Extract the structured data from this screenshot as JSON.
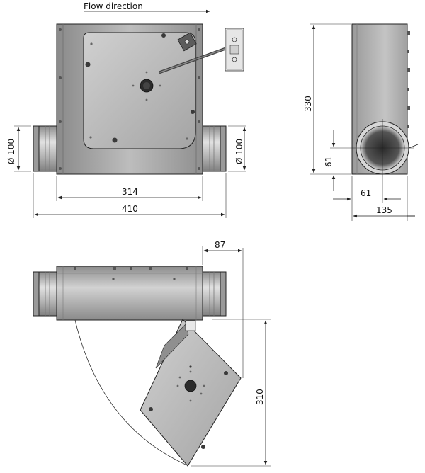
{
  "labels": {
    "flow_direction": "Flow direction",
    "dia_left": "Ø 100",
    "dia_right": "Ø 100",
    "width_inner": "314",
    "width_total": "410",
    "height_side": "330",
    "side_offset_v": "61",
    "side_offset_h": "61",
    "side_depth": "135",
    "top_offset": "87",
    "top_height": "310"
  },
  "colors": {
    "housing_dark": "#8e8e8e",
    "housing_light": "#c9c9c9",
    "panel": "#b8b8b8",
    "line": "#222222"
  }
}
